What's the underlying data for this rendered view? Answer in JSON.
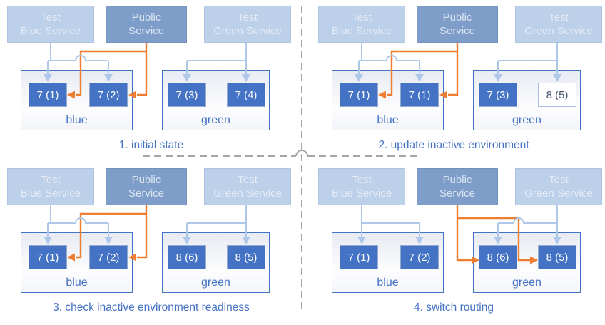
{
  "colors": {
    "accent_blue": "#4472C4",
    "service_light_blue": "#BDD0E9",
    "service_medium_blue": "#7E9DC8",
    "connector_light_blue": "#AFC7E8",
    "route_orange": "#ED7D31",
    "divider_gray": "#A6A6A6"
  },
  "service_labels": {
    "test_blue": {
      "line1": "Test",
      "line2": "Blue Service"
    },
    "public": {
      "line1": "Public",
      "line2": "Service"
    },
    "test_green": {
      "line1": "Test",
      "line2": "Green Service"
    }
  },
  "panels": [
    {
      "caption": "1. initial state",
      "public_routes_to": "blue",
      "environments": [
        {
          "label": "blue",
          "pods": [
            {
              "label": "7 (1)"
            },
            {
              "label": "7 (2)"
            }
          ]
        },
        {
          "label": "green",
          "pods": [
            {
              "label": "7 (3)"
            },
            {
              "label": "7 (4)"
            }
          ]
        }
      ]
    },
    {
      "caption": "2. update inactive environment",
      "public_routes_to": "blue",
      "environments": [
        {
          "label": "blue",
          "pods": [
            {
              "label": "7 (1)"
            },
            {
              "label": "7 (1)"
            }
          ]
        },
        {
          "label": "green",
          "pods": [
            {
              "label": "7 (3)"
            },
            {
              "label": "8 (5)",
              "ghost": true
            }
          ]
        }
      ]
    },
    {
      "caption": "3. check inactive environment readiness",
      "public_routes_to": "blue",
      "environments": [
        {
          "label": "blue",
          "pods": [
            {
              "label": "7 (1)"
            },
            {
              "label": "7 (2)"
            }
          ]
        },
        {
          "label": "green",
          "pods": [
            {
              "label": "8 (6)"
            },
            {
              "label": "8 (5)"
            }
          ]
        }
      ]
    },
    {
      "caption": "4. switch routing",
      "public_routes_to": "green",
      "environments": [
        {
          "label": "blue",
          "pods": [
            {
              "label": "7 (1)"
            },
            {
              "label": "7 (2)"
            }
          ]
        },
        {
          "label": "green",
          "pods": [
            {
              "label": "8 (6)"
            },
            {
              "label": "8 (5)"
            }
          ]
        }
      ]
    }
  ]
}
